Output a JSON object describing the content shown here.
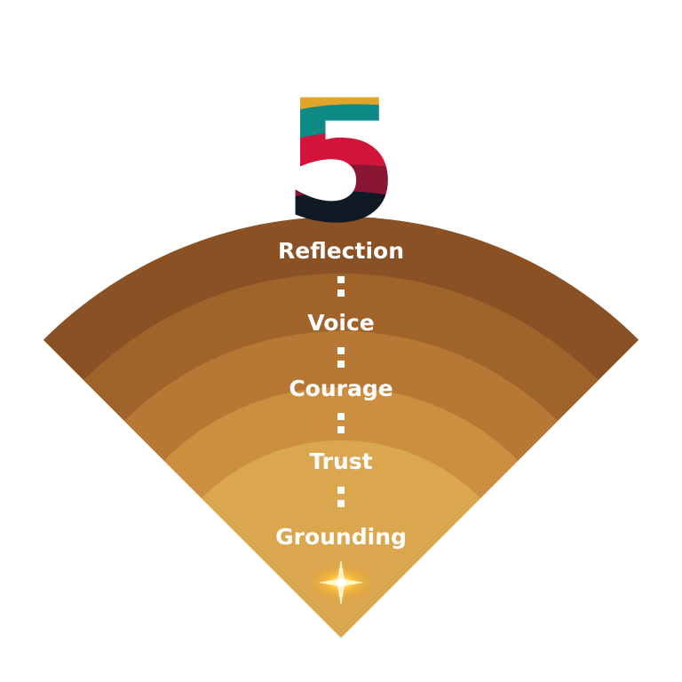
{
  "diagram": {
    "number": "5",
    "layers": [
      {
        "label": "Reflection",
        "color": "#8A5124"
      },
      {
        "label": "Voice",
        "color": "#A0632A"
      },
      {
        "label": "Courage",
        "color": "#B67834"
      },
      {
        "label": "Trust",
        "color": "#CC8F40"
      },
      {
        "label": "Grounding",
        "color": "#DBA74E"
      }
    ],
    "number_colors": [
      "#E0A62A",
      "#0E8A86",
      "#D2143A",
      "#8A1636",
      "#0F1A24"
    ],
    "connector_color": "#ffffff",
    "spark_color": "#FFD23F"
  }
}
